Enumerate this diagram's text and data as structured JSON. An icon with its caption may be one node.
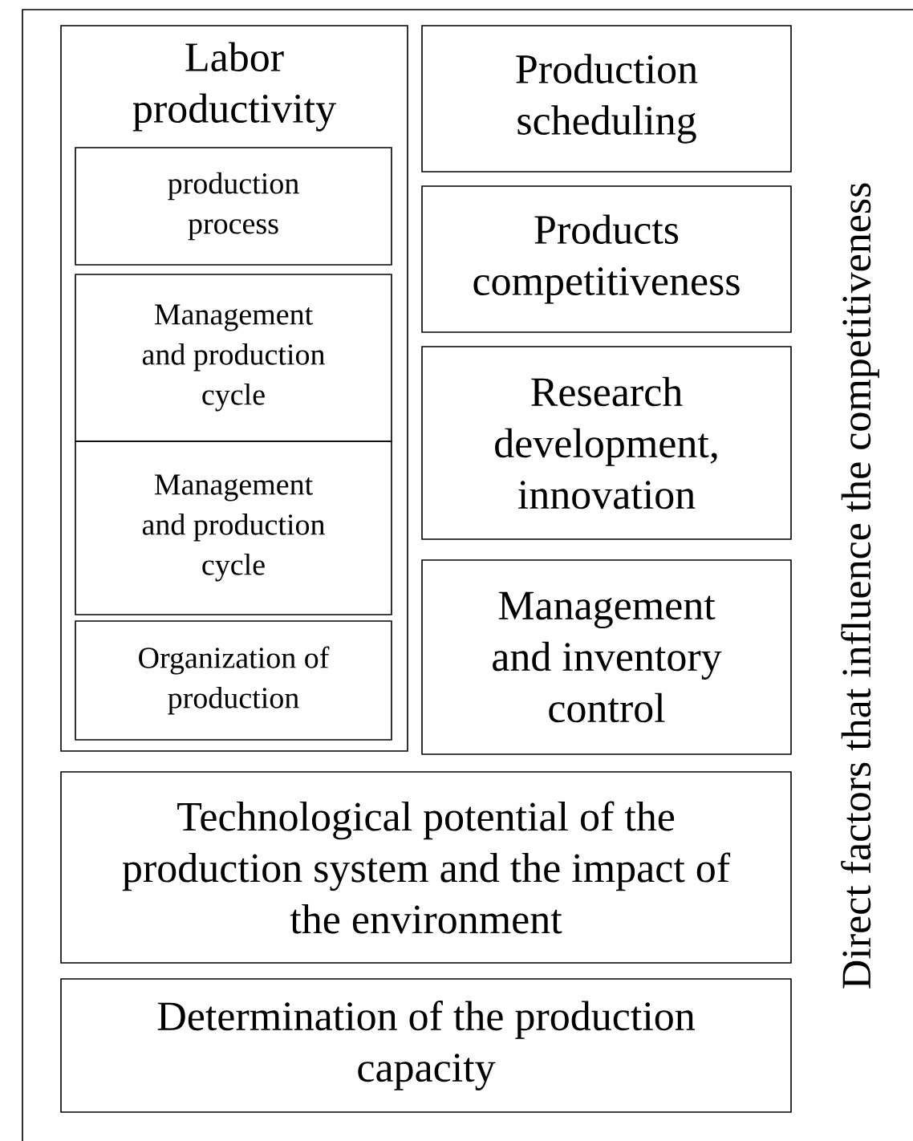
{
  "diagram": {
    "nodes": [
      {
        "text": [
          "Direct factors that influence the competitiveness"
        ]
      },
      {
        "text": [
          "Labor productivity"
        ],
        "in": 0
      },
      {
        "text": [
          "production process"
        ],
        "in": 1
      },
      {
        "text": [
          "Management and production cycle"
        ],
        "in": 1
      },
      {
        "text": [
          "Management and production cycle"
        ],
        "in": 1
      },
      {
        "text": [
          "Organization of production"
        ],
        "in": 1
      },
      {
        "text": [
          "Production scheduling"
        ],
        "in": 0
      },
      {
        "text": [
          "Products competitiveness"
        ],
        "in": 0
      },
      {
        "text": [
          "Research development, innovation"
        ],
        "in": 0
      },
      {
        "text": [
          "Management and inventory control"
        ],
        "in": 0
      },
      {
        "text": [
          "Technological potential of the production system and the impact of the environment"
        ],
        "in": 0
      },
      {
        "text": [
          "Determination of the production capacity"
        ],
        "in": 0
      }
    ]
  }
}
